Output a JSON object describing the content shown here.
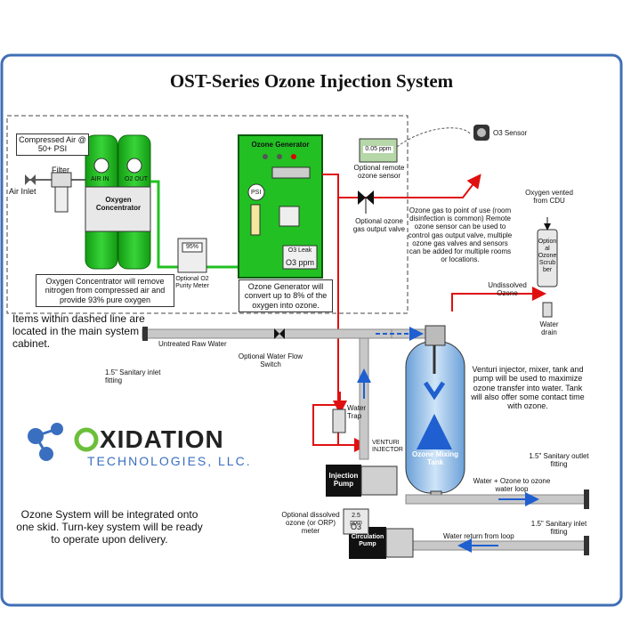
{
  "title": "OST-Series Ozone Injection System",
  "compressed_air": "Compressed Air @ 50+ PSI",
  "filter": "Filter",
  "air_inlet": "Air Inlet",
  "air_in": "AIR IN",
  "o2_out": "O2 OUT",
  "oxygen_concentrator": "Oxygen Concentrator",
  "purity_reading": "95%",
  "purity_meter": "Optional O2 Purity Meter",
  "concentrator_note": "Oxygen Concentrator will remove nitrogen from compressed air and provide 93% pure oxygen",
  "ozone_generator": "Ozone Generator",
  "psi": "PSI",
  "o3_leak": "O3 Leak",
  "o3_ppm": "O3 ppm",
  "generator_note": "Ozone Generator will convert up to 8% of the oxygen into ozone.",
  "remote_reading": "0.05 ppm",
  "remote_sensor": "Optional remote ozone sensor",
  "o3_sensor": "O3 Sensor",
  "gas_valve": "Optional ozone gas output valve",
  "gas_note": "Ozone gas to point of use (room disinfection is common) Remote ozone sensor can be used to control gas output valve, multiple ozone gas valves and sensors can be added for multiple rooms or locations.",
  "oxygen_vented": "Oxygen vented from CDU",
  "scrubber": "Optional Ozone Scrubber",
  "undissolved": "Undissolved Ozone",
  "water_drain": "Water drain",
  "dashed_note": "Items within dashed line are located in the main system cabinet.",
  "raw_water": "Untreated Raw Water",
  "flow_switch": "Optional Water Flow Switch",
  "inlet_fitting": "1.5\" Sanitary inlet fitting",
  "water_trap": "Water Trap",
  "venturi": "VENTURI INJECTOR",
  "injection_pump": "Injection Pump",
  "mixing_tank": "Ozone Mixing Tank",
  "mixer_note": "Venturi injector, mixer, tank and pump will be used to maximize ozone transfer into water. Tank will also offer some contact time with ozone.",
  "outlet_fitting": "1.5\" Sanitary outlet fitting",
  "water_ozone": "Water + Ozone to ozone water loop",
  "dissolved_reading": "2.5 ppm",
  "o3": "O3",
  "dissolved_meter": "Optional dissolved ozone (or ORP) meter",
  "circulation_pump": "Circulation Pump",
  "inlet_fitting_2": "1.5\" Sanitary inlet fitting",
  "water_return": "Water return from loop",
  "logo_word": "XIDATION",
  "logo_sub": "TECHNOLOGIES, LLC.",
  "skid_note": "Ozone System will be integrated onto one skid. Turn-key system will be ready to operate upon delivery.",
  "colors": {
    "frame": "#3f6fb5",
    "green": "#22c022",
    "pipe": "#c8c8c8",
    "ozone_line": "#e01010",
    "water_arrow": "#1f5fd0",
    "tank": "#9fc7ef"
  }
}
